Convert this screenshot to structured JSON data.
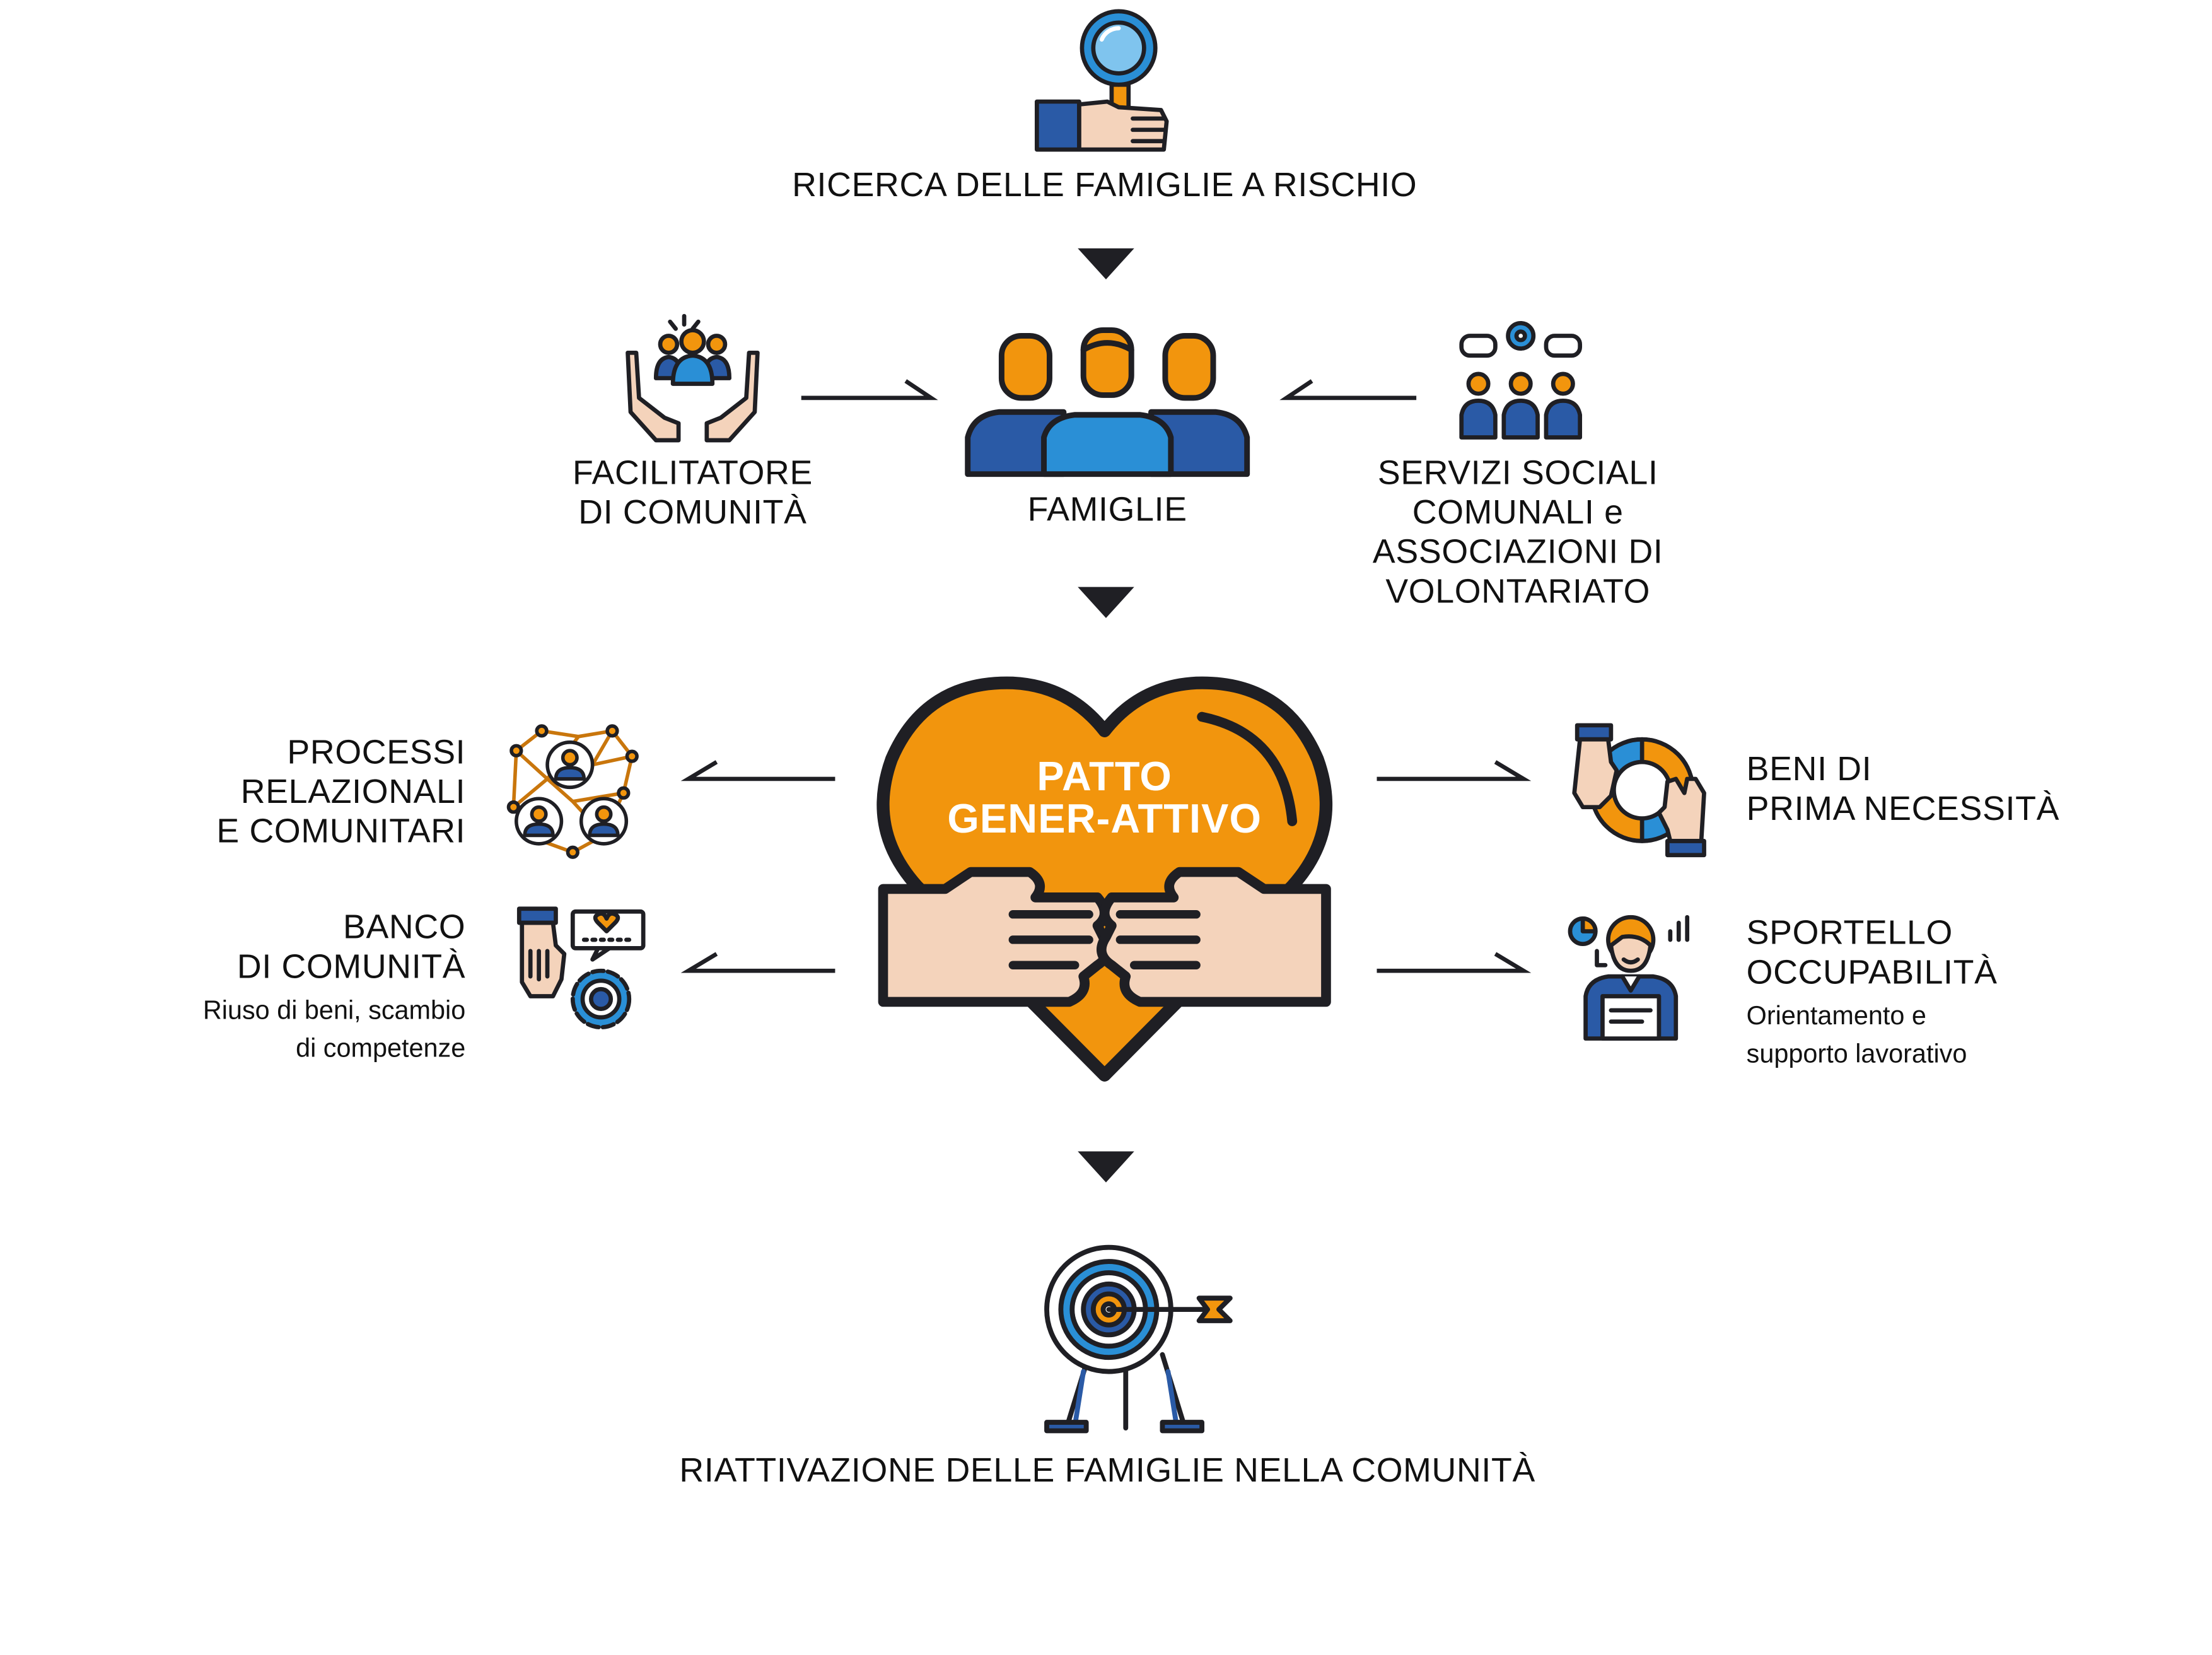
{
  "colors": {
    "dark": "#1f1f24",
    "orange": "#f2950d",
    "blue_dark": "#2a5aa6",
    "blue_mid": "#2a8fd6",
    "blue_light": "#7fc4ee",
    "skin": "#f4d3bb"
  },
  "top": {
    "label": "RICERCA DELLE FAMIGLIE A RISCHIO",
    "icon": "hand-magnifier-icon"
  },
  "famiglie": {
    "label": "FAMIGLIE",
    "icon": "family-group-icon"
  },
  "facilitatore": {
    "lines": [
      "FACILITATORE",
      "DI COMUNITÀ"
    ],
    "icon": "hands-team-icon"
  },
  "servizi": {
    "lines": [
      "SERVIZI SOCIALI",
      "COMUNALI e",
      "ASSOCIAZIONI DI",
      "VOLONTARIATO"
    ],
    "icon": "team-chat-icon"
  },
  "center": {
    "lines": [
      "PATTO",
      "GENER-ATTIVO"
    ],
    "icon": "heart-handshake-icon"
  },
  "processi": {
    "lines": [
      "PROCESSI",
      "RELAZIONALI",
      "E COMUNITARI"
    ],
    "icon": "network-people-icon"
  },
  "banco": {
    "lines": [
      "BANCO",
      "DI COMUNITÀ"
    ],
    "sub": [
      "Riuso di beni, scambio",
      "di competenze"
    ],
    "icon": "hand-gear-icon"
  },
  "beni": {
    "lines": [
      "BENI DI",
      "PRIMA NECESSITÀ"
    ],
    "icon": "lifebuoy-hands-icon"
  },
  "sportello": {
    "lines": [
      "SPORTELLO",
      "OCCUPABILITÀ"
    ],
    "sub": [
      "Orientamento e",
      "supporto lavorativo"
    ],
    "icon": "job-advisor-icon"
  },
  "bottom": {
    "label": "RIATTIVAZIONE DELLE FAMIGLIE NELLA COMUNITÀ",
    "icon": "target-arrow-icon"
  }
}
